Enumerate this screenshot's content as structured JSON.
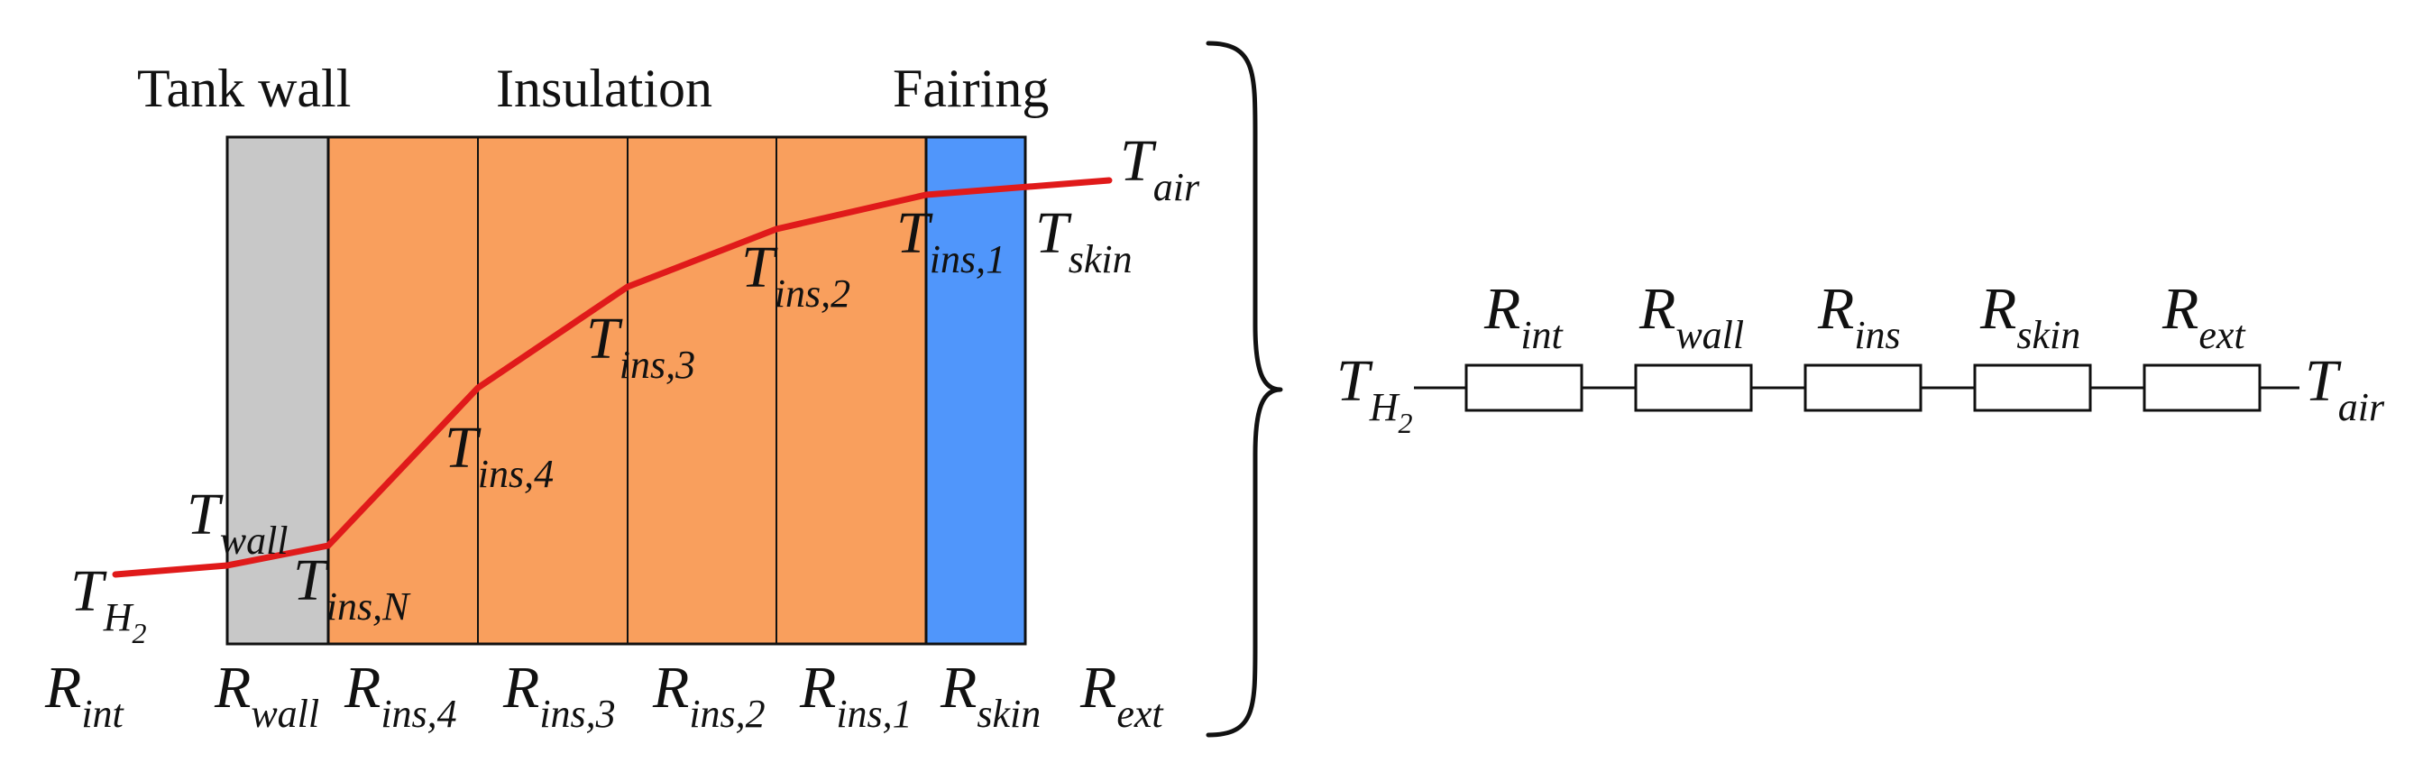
{
  "colors": {
    "wall": "#c8c8c8",
    "insulation": "#f99f5d",
    "fairing": "#5096fb",
    "profile": "#e01a1a",
    "ink": "#111111"
  },
  "headers": {
    "tank_wall": "Tank wall",
    "insulation": "Insulation",
    "fairing": "Fairing"
  },
  "temps": {
    "h2": {
      "main": "T",
      "sub": "H",
      "sub2": "2"
    },
    "wall": {
      "main": "T",
      "sub": "wall"
    },
    "ins_n": {
      "main": "T",
      "sub": "ins,N"
    },
    "ins_4": {
      "main": "T",
      "sub": "ins,4"
    },
    "ins_3": {
      "main": "T",
      "sub": "ins,3"
    },
    "ins_2": {
      "main": "T",
      "sub": "ins,2"
    },
    "ins_1": {
      "main": "T",
      "sub": "ins,1"
    },
    "skin": {
      "main": "T",
      "sub": "skin"
    },
    "air": {
      "main": "T",
      "sub": "air"
    }
  },
  "resistances": {
    "int": {
      "main": "R",
      "sub": "int"
    },
    "wall": {
      "main": "R",
      "sub": "wall"
    },
    "ins_4": {
      "main": "R",
      "sub": "ins,4"
    },
    "ins_3": {
      "main": "R",
      "sub": "ins,3"
    },
    "ins_2": {
      "main": "R",
      "sub": "ins,2"
    },
    "ins_1": {
      "main": "R",
      "sub": "ins,1"
    },
    "skin": {
      "main": "R",
      "sub": "skin"
    },
    "ext": {
      "main": "R",
      "sub": "ext"
    }
  },
  "circuit": {
    "left": {
      "main": "T",
      "sub": "H",
      "sub2": "2"
    },
    "right": {
      "main": "T",
      "sub": "air"
    },
    "resistors": [
      {
        "main": "R",
        "sub": "int"
      },
      {
        "main": "R",
        "sub": "wall"
      },
      {
        "main": "R",
        "sub": "ins"
      },
      {
        "main": "R",
        "sub": "skin"
      },
      {
        "main": "R",
        "sub": "ext"
      }
    ]
  }
}
